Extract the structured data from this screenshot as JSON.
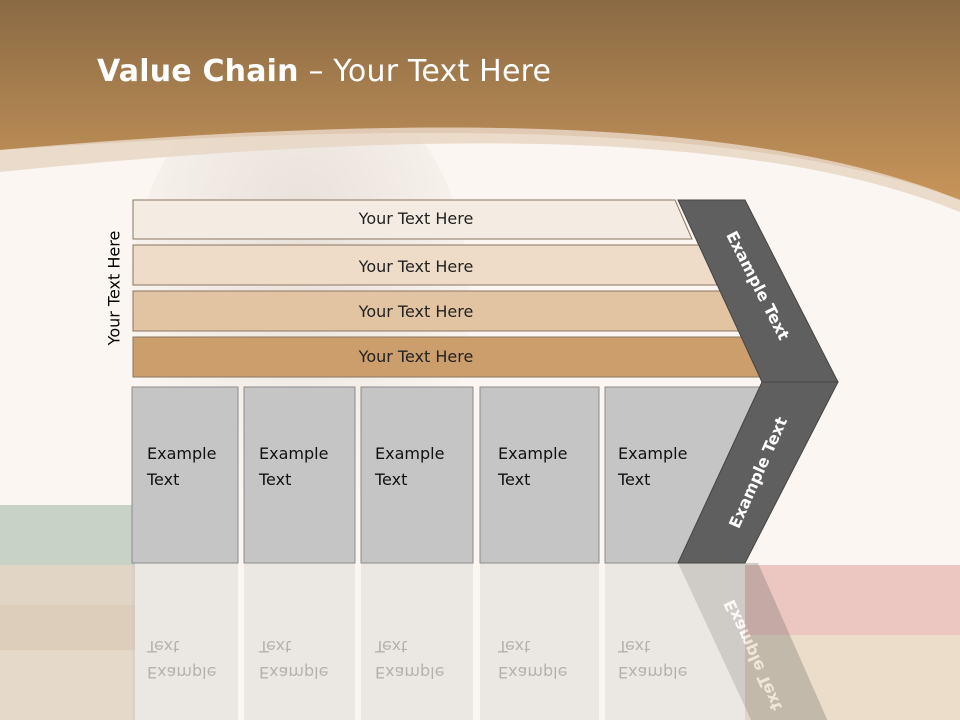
{
  "slide": {
    "title_bold": "Value Chain",
    "title_rest": " – Your Text Here",
    "side_label": "Your Text Here",
    "bars": [
      {
        "label": "Your Text Here",
        "fill": "#f4ece3"
      },
      {
        "label": "Your Text Here",
        "fill": "#eedcc9"
      },
      {
        "label": "Your Text Here",
        "fill": "#e2c4a3"
      },
      {
        "label": "Your Text Here",
        "fill": "#cc9e6c"
      }
    ],
    "boxes": [
      {
        "line1": "Example",
        "line2": "Text"
      },
      {
        "line1": "Example",
        "line2": "Text"
      },
      {
        "line1": "Example",
        "line2": "Text"
      },
      {
        "line1": "Example",
        "line2": "Text"
      },
      {
        "line1": "Example",
        "line2": "Text"
      }
    ],
    "arrow_upper_label": "Example Text",
    "arrow_lower_label": "Example Text"
  },
  "colors": {
    "header_top": "#8a6a44",
    "header_bottom": "#c8955a",
    "box_fill": "#c5c5c5",
    "arrow_fill": "#5f5f5f",
    "background": "#fbf6f1"
  }
}
